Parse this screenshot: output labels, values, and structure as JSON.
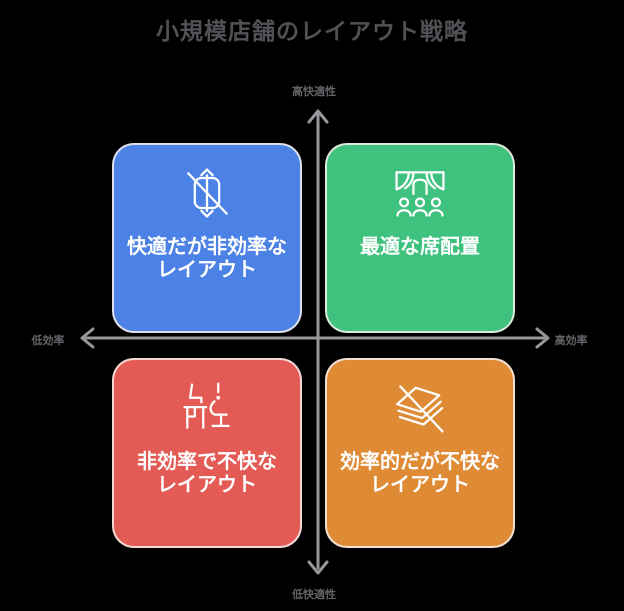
{
  "title": {
    "text": "小規模店舗のレイアウト戦略",
    "color": "#515156"
  },
  "axes": {
    "color": "#98989c",
    "label_color": "#636368",
    "labels": {
      "top": "高快適性",
      "bottom": "低快適性",
      "left": "低効率",
      "right": "高効率"
    }
  },
  "quadrants": {
    "top_left": {
      "label": "快適だが非効率な\nレイアウト",
      "color": "#4c82e5",
      "icon": "no-vertical-resize-icon",
      "text_color": "#ffffff"
    },
    "top_right": {
      "label": "最適な席配置",
      "color": "#3fc27e",
      "icon": "stage-audience-icon",
      "text_color": "#ffffff"
    },
    "bottom_left": {
      "label": "非効率で不快な\nレイアウト",
      "color": "#e45b55",
      "icon": "desk-chair-alert-icon",
      "text_color": "#ffffff"
    },
    "bottom_right": {
      "label": "効率的だが不快な\nレイアウト",
      "color": "#df8b35",
      "icon": "no-layers-icon",
      "text_color": "#ffffff"
    }
  }
}
